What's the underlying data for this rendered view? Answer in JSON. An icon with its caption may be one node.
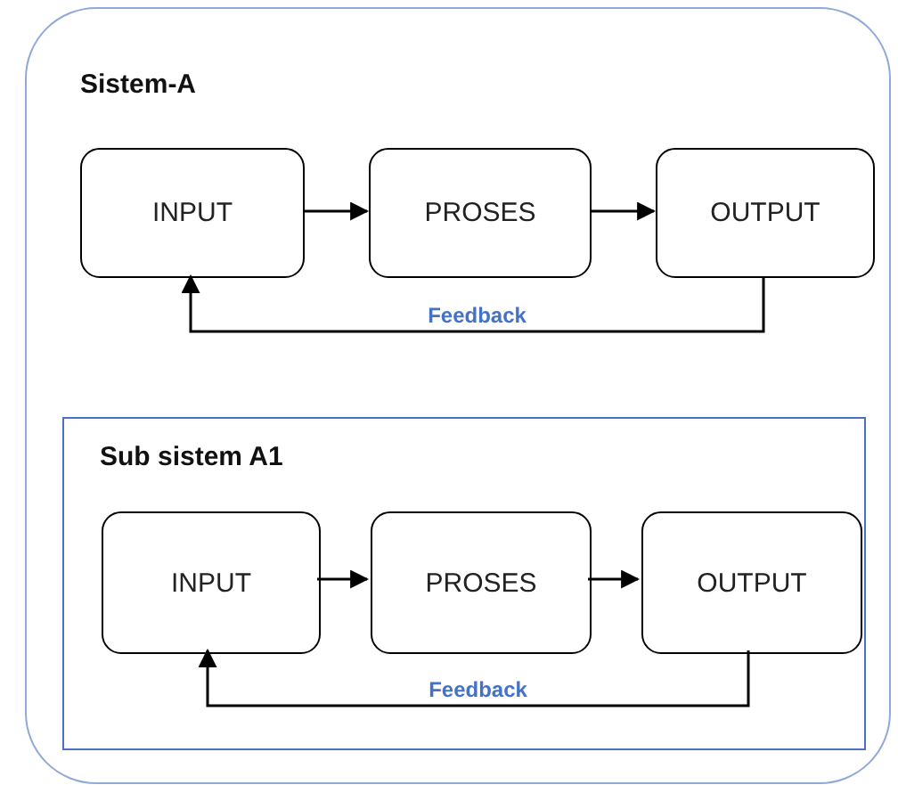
{
  "diagram": {
    "nodes": [
      {
        "text": [
          "Sistem-A"
        ]
      },
      {
        "text": [
          "INPUT"
        ],
        "in": 0
      },
      {
        "text": [
          "PROSES"
        ],
        "in": 0
      },
      {
        "text": [
          "OUTPUT"
        ],
        "in": 0
      },
      {
        "text": [
          "Sub sistem A1"
        ],
        "in": 0
      },
      {
        "text": [
          "INPUT"
        ],
        "in": 4
      },
      {
        "text": [
          "PROSES"
        ],
        "in": 4
      },
      {
        "text": [
          "OUTPUT"
        ],
        "in": 4
      }
    ],
    "edges": [
      {
        "from": 1,
        "to": 2,
        "arrow": "to"
      },
      {
        "from": 2,
        "to": 3,
        "arrow": "to"
      },
      {
        "from": 3,
        "to": 1,
        "arrow": "to",
        "label": "Feedback"
      },
      {
        "from": 5,
        "to": 6,
        "arrow": "to"
      },
      {
        "from": 6,
        "to": 7,
        "arrow": "to"
      },
      {
        "from": 7,
        "to": 5,
        "arrow": "to",
        "label": "Feedback"
      }
    ]
  }
}
